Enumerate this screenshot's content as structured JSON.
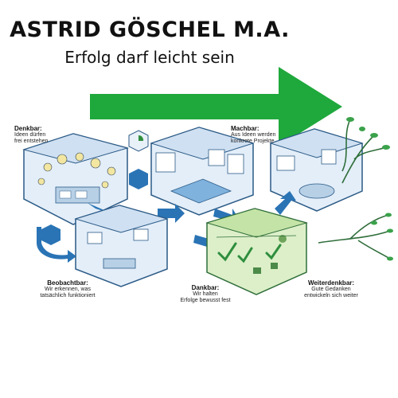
{
  "header": {
    "title": "ASTRID GÖSCHEL M.A.",
    "subtitle": "Erfolg darf leicht sein"
  },
  "stages": {
    "denkbar": {
      "title": "Denkbar:",
      "line1": "Ideen dürfen",
      "line2": "frei entstehen"
    },
    "machbar": {
      "title": "Machbar:",
      "line1": "Aus Ideen werden",
      "line2": "konkrete Projekte"
    },
    "beobachtbar": {
      "title": "Beobachtbar:",
      "line1": "Wir erkennen, was",
      "line2": "tatsächlich funktioniert"
    },
    "dankbar": {
      "title": "Dankbar:",
      "line1": "Wir halten",
      "line2": "Erfolge bewusst fest"
    },
    "weiterdenkbar": {
      "title": "Weiterdenkbar:",
      "line1": "Gute Gedanken",
      "line2": "entwickeln sich weiter"
    }
  },
  "colors": {
    "accent_green": "#1fa83c",
    "flow_blue": "#2a74b5",
    "room_blue": "#dbe9f6",
    "room_outline": "#2b5a86",
    "success_green": "#cfe7b8"
  }
}
